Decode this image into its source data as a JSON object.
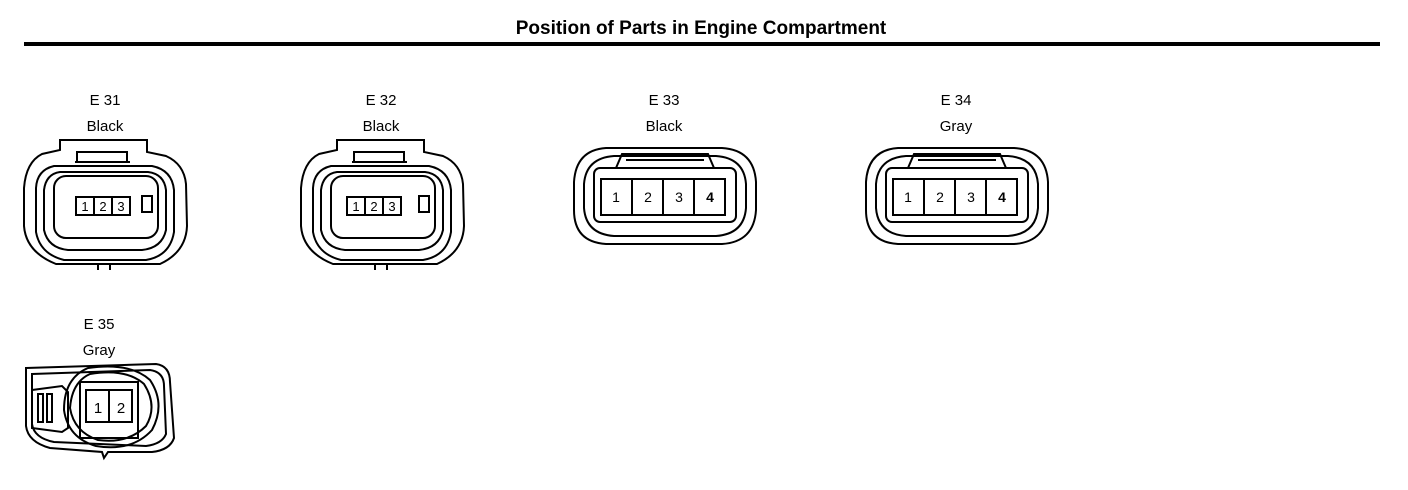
{
  "title": "Position of Parts in Engine Compartment",
  "connectors": [
    {
      "id": "E 31",
      "color": "Black",
      "pins": [
        "1",
        "2",
        "3"
      ]
    },
    {
      "id": "E 32",
      "color": "Black",
      "pins": [
        "1",
        "2",
        "3"
      ]
    },
    {
      "id": "E 33",
      "color": "Black",
      "pins": [
        "1",
        "2",
        "3",
        "4"
      ]
    },
    {
      "id": "E 34",
      "color": "Gray",
      "pins": [
        "1",
        "2",
        "3",
        "4"
      ]
    },
    {
      "id": "E 35",
      "color": "Gray",
      "pins": [
        "1",
        "2"
      ]
    }
  ]
}
